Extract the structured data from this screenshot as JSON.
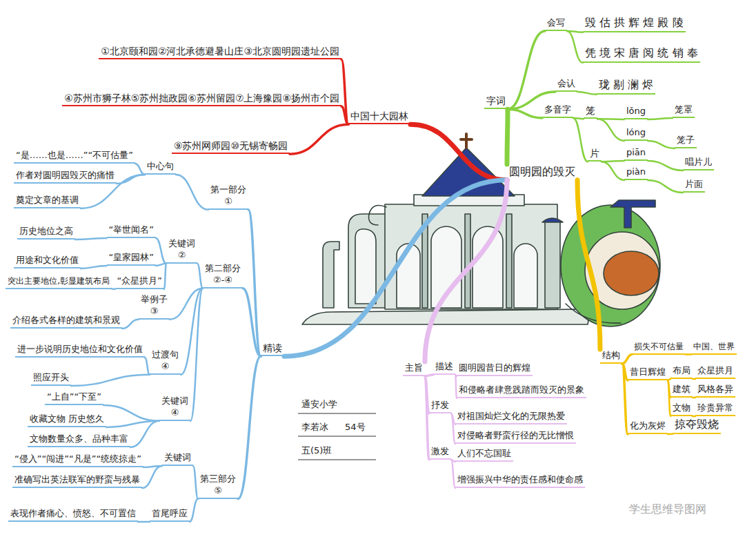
{
  "diagram": {
    "nodes": [
      {
        "text": [
          "圆明园的毁灭"
        ]
      },
      {
        "text": [
          "中国十大园林"
        ]
      },
      {
        "text": [
          "①北京颐和园②河北承德避暑山庄③北京圆明园遗址公园"
        ]
      },
      {
        "text": [
          "④苏州市狮子林⑤苏州拙政园⑥苏州留园⑦上海豫园⑧扬州市个园"
        ]
      },
      {
        "text": [
          "⑨苏州网师园⑩无锡寄畅园"
        ]
      },
      {
        "text": [
          "字词"
        ]
      },
      {
        "text": [
          "会写"
        ]
      },
      {
        "text": [
          "毁 估 拱 辉 煌 殿 陵"
        ]
      },
      {
        "text": [
          "凭 境 宋 唐 阅 统 销 奉"
        ]
      },
      {
        "text": [
          "会认"
        ]
      },
      {
        "text": [
          "珑 剔 澜 烬"
        ]
      },
      {
        "text": [
          "多音字"
        ]
      },
      {
        "text": [
          "笼"
        ]
      },
      {
        "text": [
          "lǒng"
        ]
      },
      {
        "text": [
          "笼罩"
        ]
      },
      {
        "text": [
          "lóng"
        ]
      },
      {
        "text": [
          "笼子"
        ]
      },
      {
        "text": [
          "片"
        ]
      },
      {
        "text": [
          "piān"
        ]
      },
      {
        "text": [
          "唱片儿"
        ]
      },
      {
        "text": [
          "piàn"
        ]
      },
      {
        "text": [
          "片面"
        ]
      },
      {
        "text": [
          "精读"
        ]
      },
      {
        "text": [
          "第一部分",
          "①"
        ]
      },
      {
        "text": [
          "中心句"
        ]
      },
      {
        "text": [
          "“是……也是……”“不可估量”"
        ]
      },
      {
        "text": [
          "作者对圆明园毁灭的痛惜"
        ]
      },
      {
        "text": [
          "奠定文章的基调"
        ]
      },
      {
        "text": [
          "第二部分",
          "②-④"
        ]
      },
      {
        "text": [
          "关键词",
          "②"
        ]
      },
      {
        "text": [
          "“举世闻名”"
        ]
      },
      {
        "text": [
          "历史地位之高"
        ]
      },
      {
        "text": [
          "“皇家园林”"
        ]
      },
      {
        "text": [
          "用途和文化价值"
        ]
      },
      {
        "text": [
          "“众星拱月”"
        ]
      },
      {
        "text": [
          "突出主要地位,彰显建筑布局"
        ]
      },
      {
        "text": [
          "举例子",
          "③"
        ]
      },
      {
        "text": [
          "介绍各式各样的建筑和景观"
        ]
      },
      {
        "text": [
          "过渡句",
          "④"
        ]
      },
      {
        "text": [
          "进一步说明历史地位和文化价值"
        ]
      },
      {
        "text": [
          "照应开头"
        ]
      },
      {
        "text": [
          "关键词",
          "④"
        ]
      },
      {
        "text": [
          "“上自”“下至”"
        ]
      },
      {
        "text": [
          "收藏文物 历史悠久"
        ]
      },
      {
        "text": [
          "文物数量众多、品种丰富"
        ]
      },
      {
        "text": [
          "第三部分",
          "⑤"
        ]
      },
      {
        "text": [
          "关键词"
        ]
      },
      {
        "text": [
          "“侵入”“闯进”“凡是”“统统掠走”"
        ]
      },
      {
        "text": [
          "准确写出英法联军的野蛮与残暴"
        ]
      },
      {
        "text": [
          "首尾呼应"
        ]
      },
      {
        "text": [
          "表现作者痛心、愤怒、不可置信"
        ]
      },
      {
        "text": [
          "主旨"
        ]
      },
      {
        "text": [
          "描述"
        ]
      },
      {
        "text": [
          "圆明园昔日的辉煌"
        ]
      },
      {
        "text": [
          "和侵略者肆意践踏而毁灭的景象"
        ]
      },
      {
        "text": [
          "抒发"
        ]
      },
      {
        "text": [
          "对祖国灿烂文化的无限热爱"
        ]
      },
      {
        "text": [
          "对侵略者野蛮行径的无比憎恨"
        ]
      },
      {
        "text": [
          "激发"
        ]
      },
      {
        "text": [
          "人们不忘国耻"
        ]
      },
      {
        "text": [
          "增强振兴中华的责任感和使命感"
        ]
      },
      {
        "text": [
          "结构"
        ]
      },
      {
        "text": [
          "损失不可估量"
        ]
      },
      {
        "text": [
          "中国、世界"
        ]
      },
      {
        "text": [
          "昔日辉煌"
        ]
      },
      {
        "text": [
          "布局"
        ]
      },
      {
        "text": [
          "众星拱月"
        ]
      },
      {
        "text": [
          "建筑"
        ]
      },
      {
        "text": [
          "风格各异"
        ]
      },
      {
        "text": [
          "文物"
        ]
      },
      {
        "text": [
          "珍贵异常"
        ]
      },
      {
        "text": [
          "化为灰烬"
        ]
      },
      {
        "text": [
          "掠夺毁烧"
        ]
      }
    ],
    "edges": [
      {
        "from": 0,
        "to": 1,
        "arrow": "none"
      },
      {
        "from": 1,
        "to": 2,
        "arrow": "none"
      },
      {
        "from": 1,
        "to": 3,
        "arrow": "none"
      },
      {
        "from": 1,
        "to": 4,
        "arrow": "none"
      },
      {
        "from": 0,
        "to": 5,
        "arrow": "none"
      },
      {
        "from": 5,
        "to": 6,
        "arrow": "none"
      },
      {
        "from": 6,
        "to": 7,
        "arrow": "none"
      },
      {
        "from": 6,
        "to": 8,
        "arrow": "none"
      },
      {
        "from": 5,
        "to": 9,
        "arrow": "none"
      },
      {
        "from": 9,
        "to": 10,
        "arrow": "none"
      },
      {
        "from": 5,
        "to": 11,
        "arrow": "none"
      },
      {
        "from": 11,
        "to": 12,
        "arrow": "none"
      },
      {
        "from": 12,
        "to": 13,
        "arrow": "none"
      },
      {
        "from": 13,
        "to": 14,
        "arrow": "none"
      },
      {
        "from": 12,
        "to": 15,
        "arrow": "none"
      },
      {
        "from": 15,
        "to": 16,
        "arrow": "none"
      },
      {
        "from": 11,
        "to": 17,
        "arrow": "none"
      },
      {
        "from": 17,
        "to": 18,
        "arrow": "none"
      },
      {
        "from": 18,
        "to": 19,
        "arrow": "none"
      },
      {
        "from": 17,
        "to": 20,
        "arrow": "none"
      },
      {
        "from": 20,
        "to": 21,
        "arrow": "none"
      },
      {
        "from": 0,
        "to": 22,
        "arrow": "none"
      },
      {
        "from": 22,
        "to": 23,
        "arrow": "none"
      },
      {
        "from": 23,
        "to": 24,
        "arrow": "none"
      },
      {
        "from": 24,
        "to": 25,
        "arrow": "none"
      },
      {
        "from": 24,
        "to": 26,
        "arrow": "none"
      },
      {
        "from": 24,
        "to": 27,
        "arrow": "none"
      },
      {
        "from": 22,
        "to": 28,
        "arrow": "none"
      },
      {
        "from": 28,
        "to": 29,
        "arrow": "none"
      },
      {
        "from": 29,
        "to": 30,
        "arrow": "none"
      },
      {
        "from": 30,
        "to": 31,
        "arrow": "none"
      },
      {
        "from": 29,
        "to": 32,
        "arrow": "none"
      },
      {
        "from": 32,
        "to": 33,
        "arrow": "none"
      },
      {
        "from": 29,
        "to": 34,
        "arrow": "none"
      },
      {
        "from": 34,
        "to": 35,
        "arrow": "none"
      },
      {
        "from": 28,
        "to": 36,
        "arrow": "none"
      },
      {
        "from": 36,
        "to": 37,
        "arrow": "none"
      },
      {
        "from": 28,
        "to": 38,
        "arrow": "none"
      },
      {
        "from": 38,
        "to": 39,
        "arrow": "none"
      },
      {
        "from": 38,
        "to": 40,
        "arrow": "none"
      },
      {
        "from": 28,
        "to": 41,
        "arrow": "none"
      },
      {
        "from": 41,
        "to": 42,
        "arrow": "none"
      },
      {
        "from": 41,
        "to": 43,
        "arrow": "none"
      },
      {
        "from": 41,
        "to": 44,
        "arrow": "none"
      },
      {
        "from": 22,
        "to": 45,
        "arrow": "none"
      },
      {
        "from": 45,
        "to": 46,
        "arrow": "none"
      },
      {
        "from": 46,
        "to": 47,
        "arrow": "none"
      },
      {
        "from": 46,
        "to": 48,
        "arrow": "none"
      },
      {
        "from": 45,
        "to": 49,
        "arrow": "none"
      },
      {
        "from": 49,
        "to": 50,
        "arrow": "none"
      },
      {
        "from": 0,
        "to": 51,
        "arrow": "none"
      },
      {
        "from": 51,
        "to": 52,
        "arrow": "none"
      },
      {
        "from": 52,
        "to": 53,
        "arrow": "none"
      },
      {
        "from": 52,
        "to": 54,
        "arrow": "none"
      },
      {
        "from": 51,
        "to": 55,
        "arrow": "none"
      },
      {
        "from": 55,
        "to": 56,
        "arrow": "none"
      },
      {
        "from": 55,
        "to": 57,
        "arrow": "none"
      },
      {
        "from": 51,
        "to": 58,
        "arrow": "none"
      },
      {
        "from": 58,
        "to": 59,
        "arrow": "none"
      },
      {
        "from": 58,
        "to": 60,
        "arrow": "none"
      },
      {
        "from": 0,
        "to": 61,
        "arrow": "none"
      },
      {
        "from": 61,
        "to": 62,
        "arrow": "none"
      },
      {
        "from": 62,
        "to": 63,
        "arrow": "none"
      },
      {
        "from": 61,
        "to": 64,
        "arrow": "none"
      },
      {
        "from": 64,
        "to": 65,
        "arrow": "none"
      },
      {
        "from": 65,
        "to": 66,
        "arrow": "none"
      },
      {
        "from": 64,
        "to": 67,
        "arrow": "none"
      },
      {
        "from": 67,
        "to": 68,
        "arrow": "none"
      },
      {
        "from": 64,
        "to": 69,
        "arrow": "none"
      },
      {
        "from": 69,
        "to": 70,
        "arrow": "none"
      },
      {
        "from": 61,
        "to": 71,
        "arrow": "none"
      },
      {
        "from": 71,
        "to": 72,
        "arrow": "none"
      }
    ],
    "labels": [
      "通安小学",
      "李若冰",
      "54号",
      "五(5)班",
      "学生思维导图网"
    ]
  }
}
